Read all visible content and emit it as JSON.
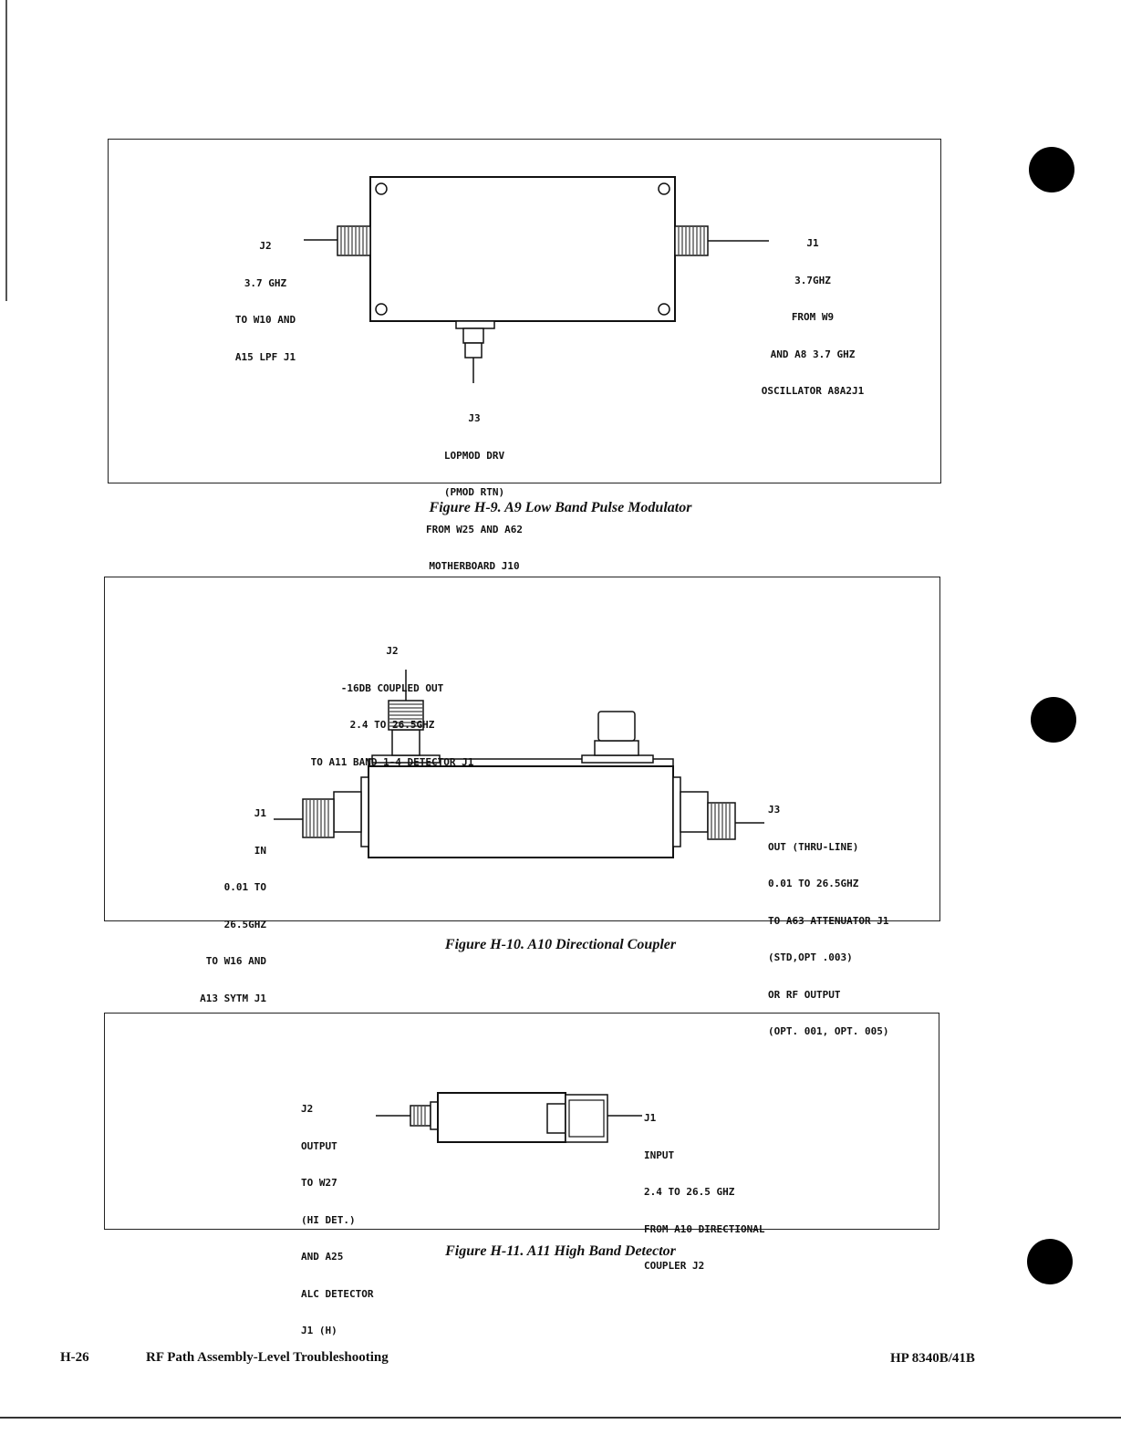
{
  "figures": [
    {
      "caption": "Figure H-9.  A9 Low Band Pulse Modulator",
      "labels": {
        "j2": [
          "J2",
          "3.7 GHZ",
          "TO W10 AND",
          "A15 LPF J1"
        ],
        "j1": [
          "J1",
          "3.7GHZ",
          "FROM W9",
          "AND A8 3.7 GHZ",
          "OSCILLATOR A8A2J1"
        ],
        "j3": [
          "J3",
          "LOPMOD DRV",
          "(PMOD RTN)",
          "FROM W25 AND A62",
          "MOTHERBOARD J10"
        ]
      }
    },
    {
      "caption": "Figure H-10.  A10 Directional Coupler",
      "labels": {
        "j2": [
          "J2",
          "-16DB COUPLED OUT",
          "2.4 TO 26.5GHZ",
          "TO A11 BAND 1-4 DETECTOR J1"
        ],
        "j1": [
          "J1",
          "IN",
          "0.01 TO",
          "26.5GHZ",
          "TO W16 AND",
          "A13 SYTM J1"
        ],
        "j3": [
          "J3",
          "OUT (THRU-LINE)",
          "0.01 TO 26.5GHZ",
          "TO A63 ATTENUATOR J1",
          "(STD,OPT .003)",
          "OR RF OUTPUT",
          "(OPT. 001, OPT. 005)"
        ]
      }
    },
    {
      "caption": "Figure H-11.  A11 High Band Detector",
      "labels": {
        "j2": [
          "J2",
          "OUTPUT",
          "TO W27",
          "(HI DET.)",
          "AND A25",
          "ALC DETECTOR",
          "J1 (H)"
        ],
        "j1": [
          "J1",
          "INPUT",
          "2.4 TO 26.5 GHZ",
          "FROM A10 DIRECTIONAL",
          "COUPLER J2"
        ]
      }
    }
  ],
  "footer": {
    "page_number": "H-26",
    "section_title": "RF Path Assembly-Level Troubleshooting",
    "model": "HP 8340B/41B"
  }
}
